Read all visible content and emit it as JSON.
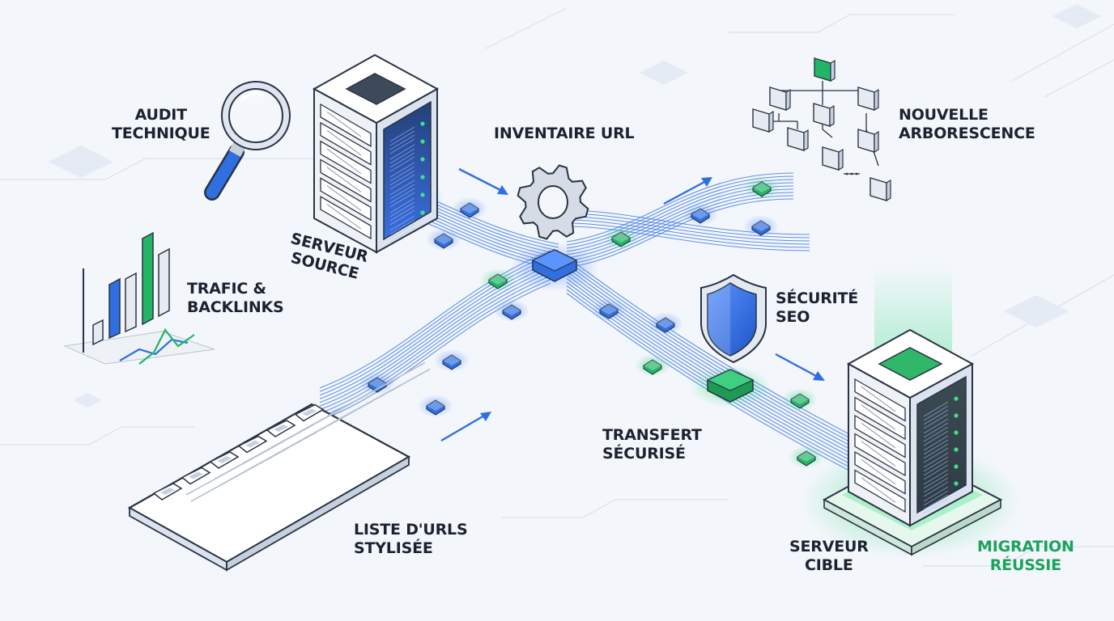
{
  "labels": {
    "audit": [
      "AUDIT",
      "TECHNIQUE"
    ],
    "source_server": [
      "SERVEUR",
      "SOURCE"
    ],
    "inventory": [
      "INVENTAIRE URL"
    ],
    "new_tree": [
      "NOUVELLE",
      "ARBORESCENCE"
    ],
    "traffic": [
      "TRAFIC &",
      "BACKLINKS"
    ],
    "security": [
      "SÉCURITÉ",
      "SEO"
    ],
    "transfer": [
      "TRANSFERT",
      "SÉCURISÉ"
    ],
    "url_list": [
      "LISTE D'URLS",
      "STYLISÉE"
    ],
    "target_server": [
      "SERVEUR",
      "CIBLE"
    ],
    "success": [
      "MIGRATION",
      "RÉUSSIE"
    ]
  },
  "icons": [
    "magnifier-icon",
    "source-server-icon",
    "gear-icon",
    "site-tree-icon",
    "bar-chart-icon",
    "shield-icon",
    "document-list-icon",
    "target-server-icon"
  ],
  "colors": {
    "background": "#f3f6fb",
    "blue": "#2f6fe0",
    "green": "#22b566",
    "text": "#1c2230",
    "success_text": "#1aa35a",
    "outline": "#2a3344"
  }
}
